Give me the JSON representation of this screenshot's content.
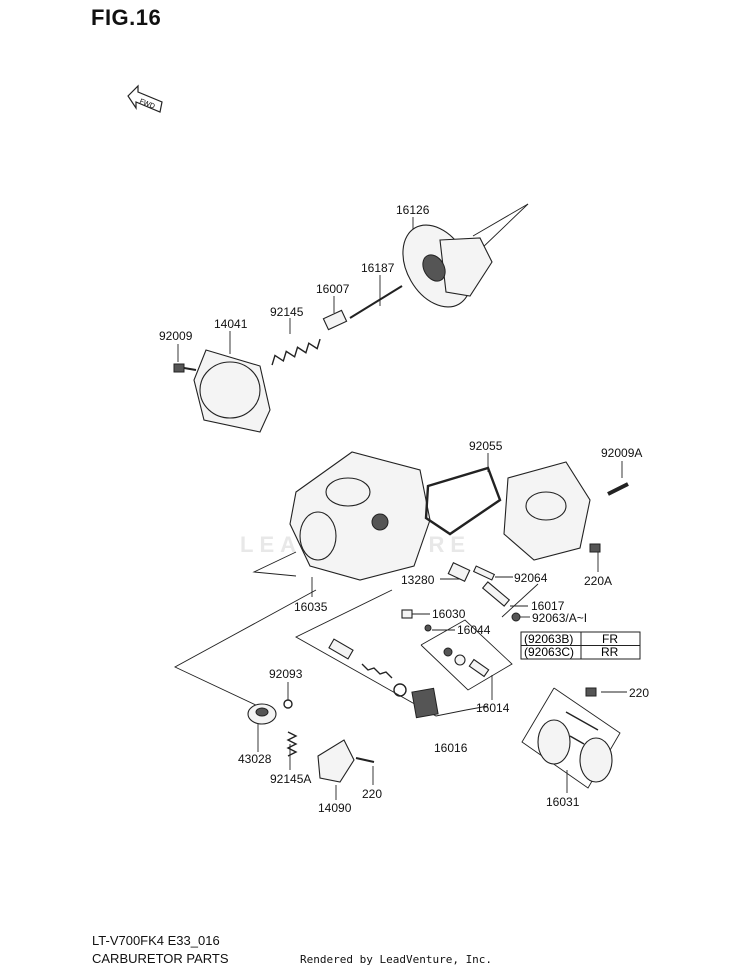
{
  "header": {
    "figure": "FIG.16",
    "fwd_badge": "FWD"
  },
  "watermark": "LEADVENTURE",
  "labels": {
    "p16126": "16126",
    "p16187": "16187",
    "p16007": "16007",
    "p92145": "92145",
    "p14041": "14041",
    "p92009": "92009",
    "p92055": "92055",
    "p92009A": "92009A",
    "p13280": "13280",
    "p92064": "92064",
    "p220A": "220A",
    "p16035": "16035",
    "p16030": "16030",
    "p16017": "16017",
    "p92063": "92063/A~I",
    "p16044": "16044",
    "p92093": "92093",
    "p16014": "16014",
    "p220b": "220",
    "p43028": "43028",
    "p16016": "16016",
    "p92145A": "92145A",
    "p220c": "220",
    "p14090": "14090",
    "p16031": "16031"
  },
  "table": {
    "rows": [
      {
        "code": "(92063B)",
        "pos": "FR"
      },
      {
        "code": "(92063C)",
        "pos": "RR"
      }
    ]
  },
  "footer": {
    "model": "LT-V700FK4 E33_016",
    "title": "CARBURETOR PARTS",
    "rendered_by": "Rendered by LeadVenture, Inc."
  }
}
